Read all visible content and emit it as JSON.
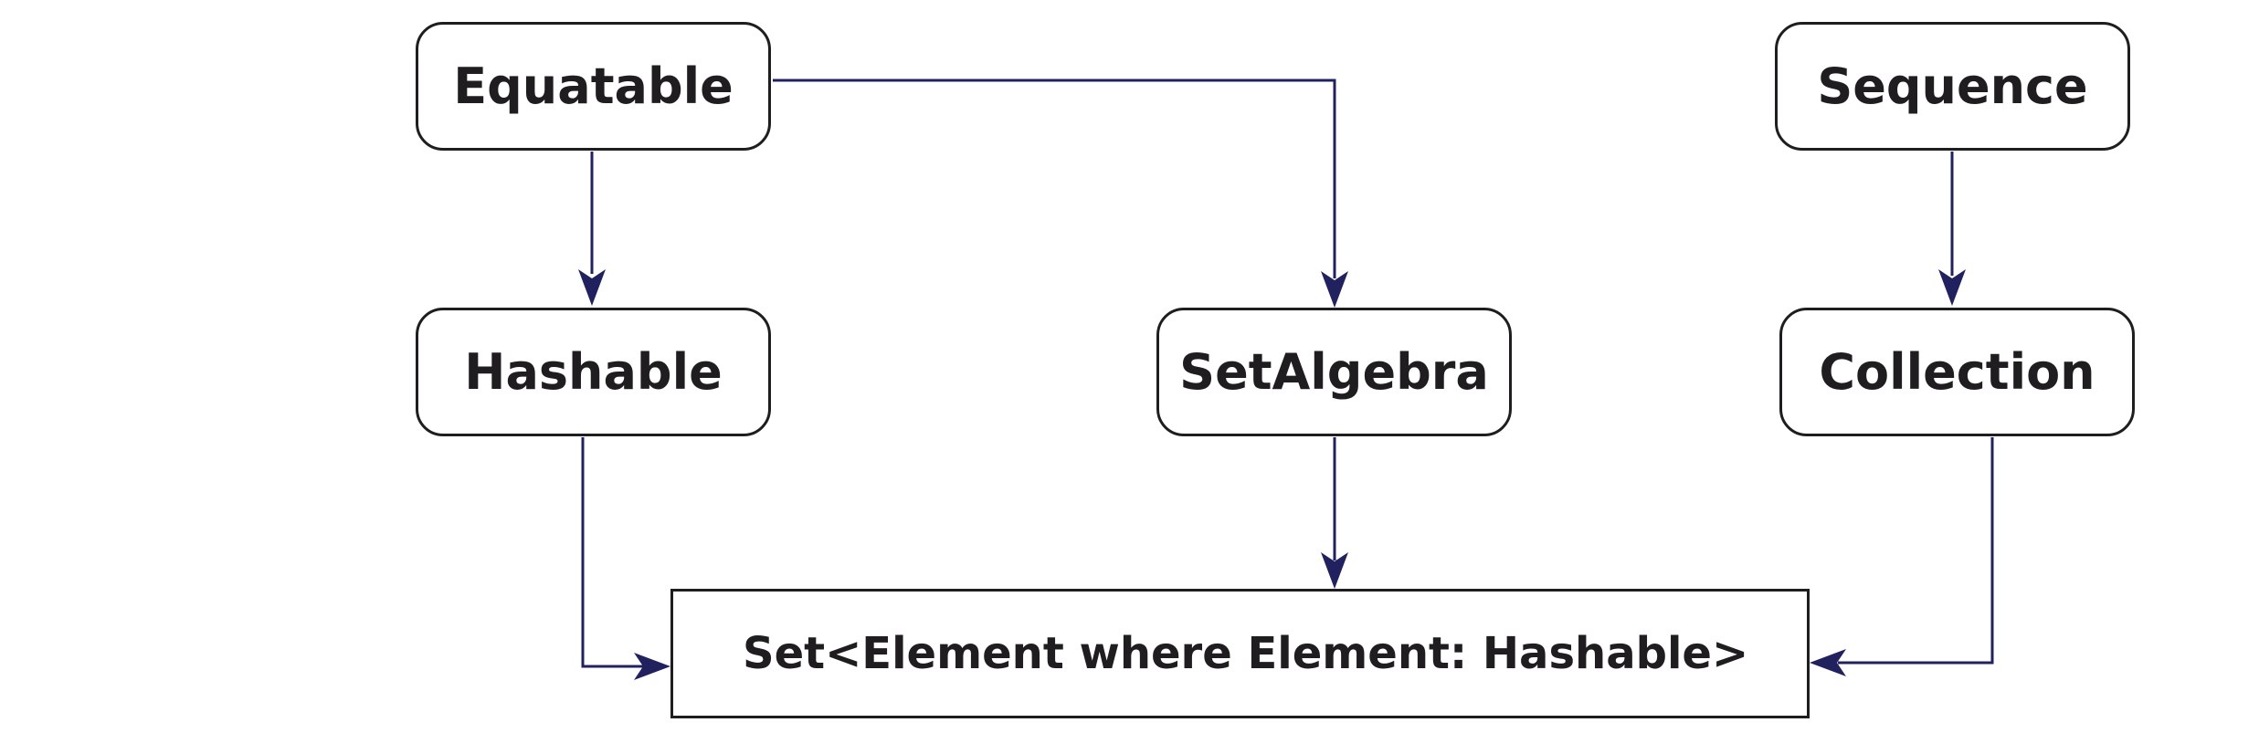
{
  "diagram": {
    "type": "protocol-hierarchy",
    "colors": {
      "arrow": "#22215f",
      "box_border": "#1f1d1f",
      "text": "#1f1d1f",
      "background": "#ffffff"
    },
    "nodes": {
      "equatable": "Equatable",
      "sequence": "Sequence",
      "hashable": "Hashable",
      "setalgebra": "SetAlgebra",
      "collection": "Collection",
      "set": "Set<Element where Element: Hashable>"
    },
    "edges": [
      {
        "from": "Equatable",
        "to": "Hashable"
      },
      {
        "from": "Equatable",
        "to": "SetAlgebra"
      },
      {
        "from": "Sequence",
        "to": "Collection"
      },
      {
        "from": "Hashable",
        "to": "Set<Element where Element: Hashable>"
      },
      {
        "from": "SetAlgebra",
        "to": "Set<Element where Element: Hashable>"
      },
      {
        "from": "Collection",
        "to": "Set<Element where Element: Hashable>"
      }
    ]
  }
}
